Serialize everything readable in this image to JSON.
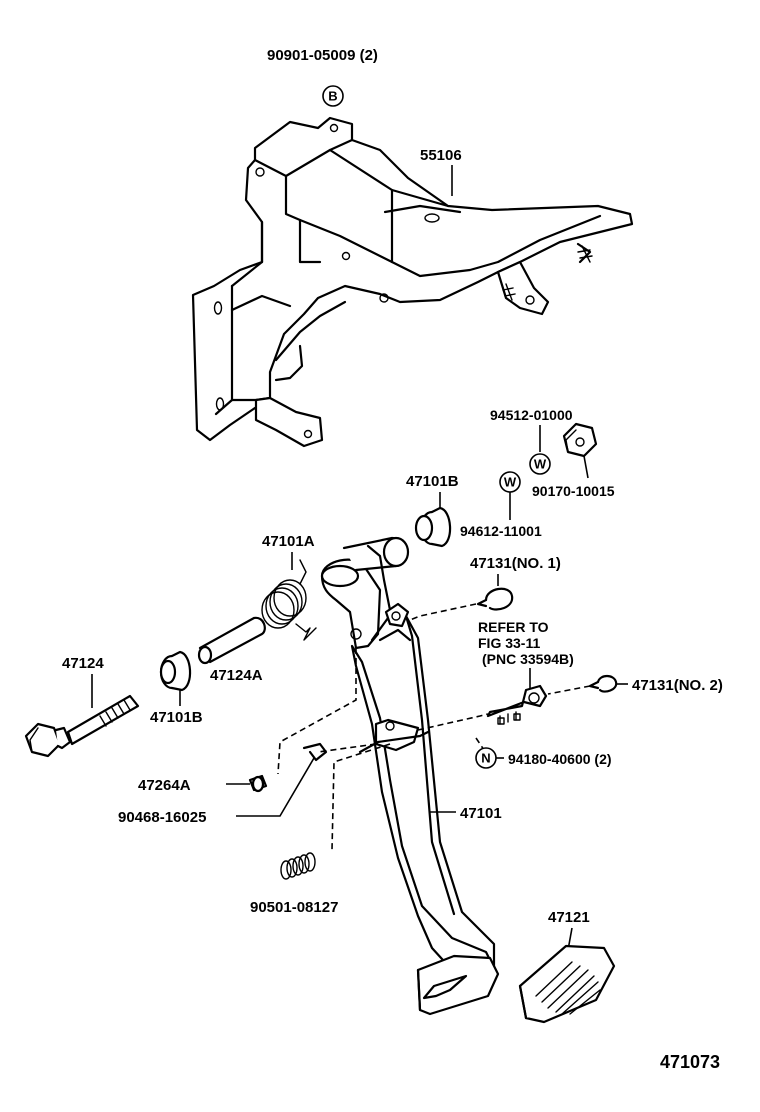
{
  "labels": {
    "bolt_bracket": "90901-05009 (2)",
    "bracket": "55106",
    "washer_nut": "94512-01000",
    "nut": "90170-10015",
    "bushing_upper": "47101B",
    "washer": "94612-11001",
    "spring": "47101A",
    "cushion_1": "47131(NO. 1)",
    "refer_1": "REFER TO",
    "refer_2": "FIG 33-11",
    "refer_3": "(PNC 33594B)",
    "cushion_2": "47131(NO. 2)",
    "bolt": "47124",
    "collar": "47124A",
    "bushing_lower": "47101B",
    "nut_clip": "94180-40600 (2)",
    "pin": "47264A",
    "clip": "90468-16025",
    "pedal": "47101",
    "return_spring": "90501-08127",
    "pad": "47121",
    "figure_number": "471073"
  },
  "badges": {
    "b": "B",
    "w1": "W",
    "w2": "W",
    "n": "N"
  }
}
